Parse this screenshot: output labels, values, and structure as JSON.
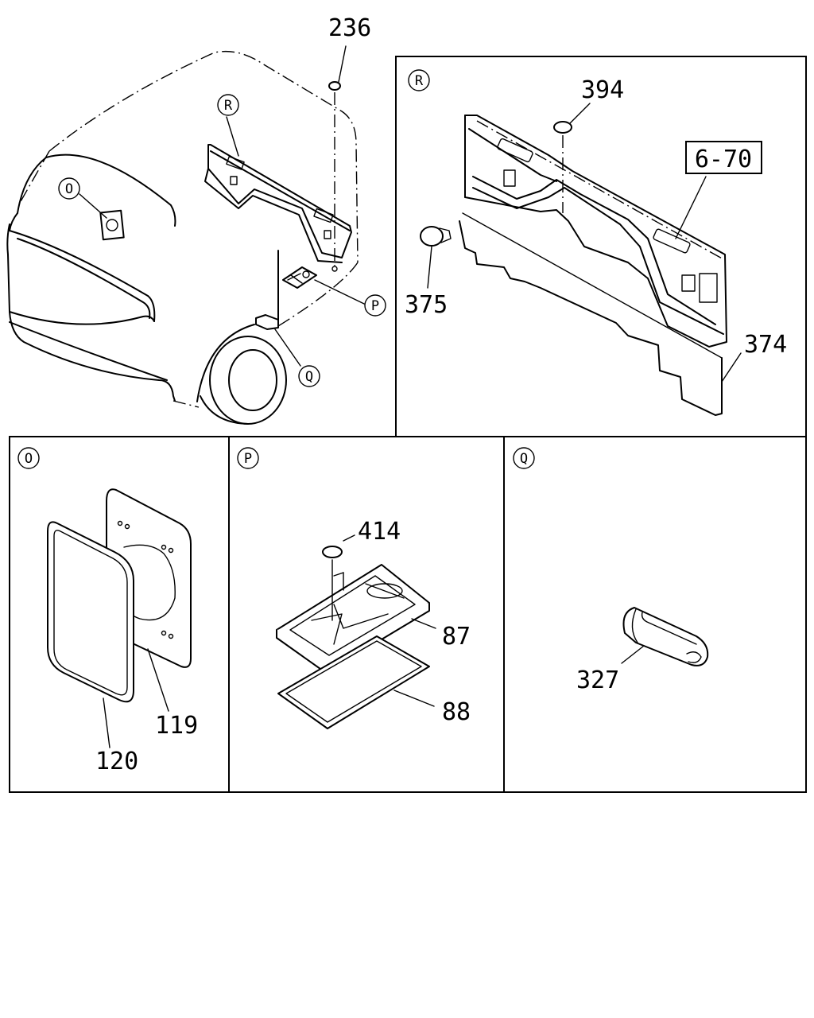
{
  "callouts": {
    "main_R": "R",
    "main_O": "O",
    "main_P": "P",
    "main_Q": "Q",
    "panel_R": "R",
    "panel_O": "O",
    "panel_P": "P",
    "panel_Q": "Q"
  },
  "part_numbers": {
    "p236": "236",
    "p394": "394",
    "p375": "375",
    "p374": "374",
    "p414": "414",
    "p87": "87",
    "p88": "88",
    "p120": "120",
    "p119": "119",
    "p327": "327"
  },
  "reference": {
    "label": "6-70"
  }
}
